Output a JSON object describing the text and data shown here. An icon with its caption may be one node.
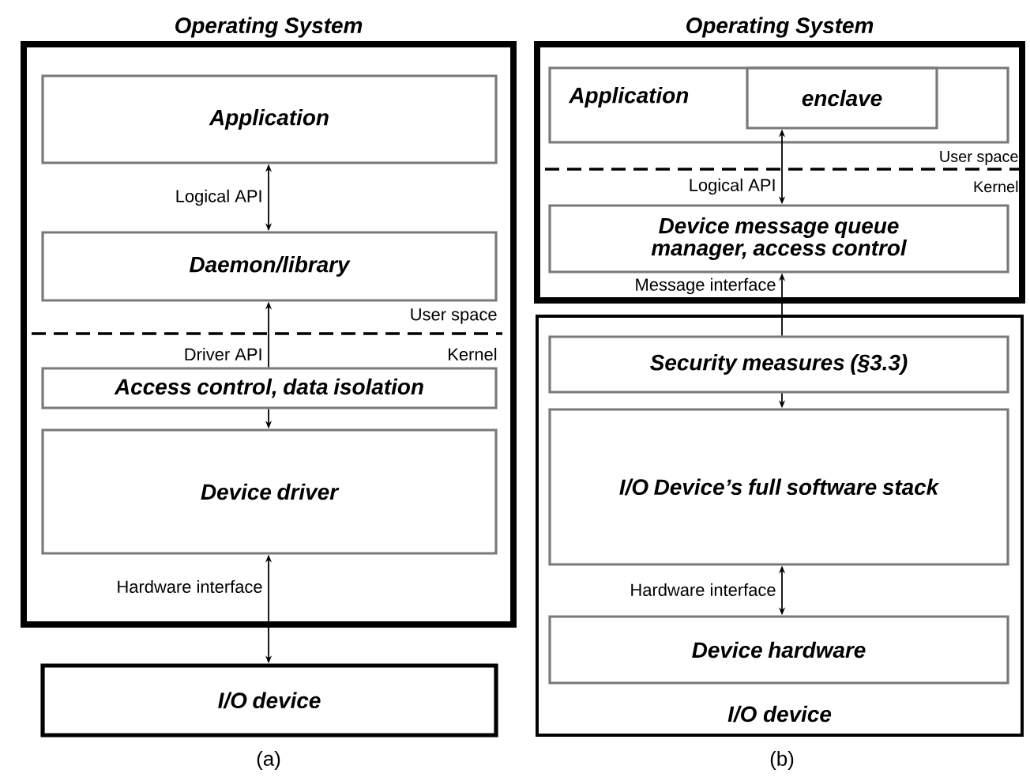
{
  "diagram": {
    "nodes": [
      {
        "text": [
          "Operating System"
        ]
      },
      {
        "text": [
          "Application"
        ],
        "in": 0
      },
      {
        "text": [
          "Daemon/library"
        ],
        "in": 0
      },
      {
        "text": [
          "Access control, data isolation"
        ],
        "in": 0
      },
      {
        "text": [
          "Device driver"
        ],
        "in": 0
      },
      {
        "text": [
          "I/O device"
        ]
      },
      {
        "text": [
          "Operating System"
        ]
      },
      {
        "text": [
          "Application"
        ],
        "in": 6
      },
      {
        "text": [
          "enclave"
        ],
        "in": 7
      },
      {
        "text": [
          "Device message queue manager, access control"
        ],
        "in": 6
      },
      {
        "text": [
          "I/O device"
        ]
      },
      {
        "text": [
          "Security measures (§3.3)"
        ],
        "in": 10
      },
      {
        "text": [
          "I/O Device’s full software stack"
        ],
        "in": 10
      },
      {
        "text": [
          "Device hardware"
        ],
        "in": 10
      }
    ],
    "edges": [
      {
        "from": 1,
        "to": 2,
        "arrow": "both",
        "label": "Logical API"
      },
      {
        "from": 3,
        "to": 2,
        "arrow": "to",
        "label": "Driver API"
      },
      {
        "from": 3,
        "to": 4,
        "arrow": "to"
      },
      {
        "from": 4,
        "to": 5,
        "arrow": "both",
        "label": "Hardware interface"
      },
      {
        "from": 8,
        "to": 9,
        "arrow": "both",
        "label": "Logical API"
      },
      {
        "from": 11,
        "to": 9,
        "arrow": "to",
        "label": "Message interface"
      },
      {
        "from": 11,
        "to": 12,
        "arrow": "to"
      },
      {
        "from": 12,
        "to": 13,
        "arrow": "both",
        "label": "Hardware interface"
      }
    ],
    "labels": [
      "User space",
      "Kernel",
      "User space",
      "Kernel",
      "(a)",
      "(b)"
    ]
  }
}
